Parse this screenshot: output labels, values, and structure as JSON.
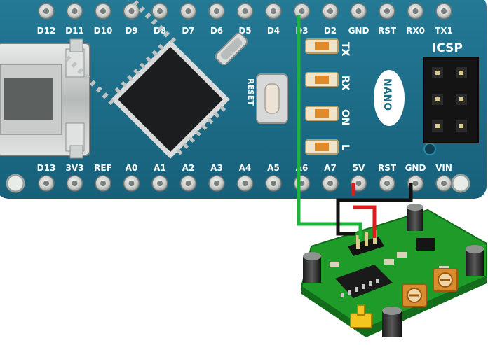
{
  "board": {
    "top_pins": [
      "D12",
      "D11",
      "D10",
      "D9",
      "D8",
      "D7",
      "D6",
      "D5",
      "D4",
      "D3",
      "D2",
      "GND",
      "RST",
      "RX0",
      "TX1"
    ],
    "bottom_pins": [
      "D13",
      "3V3",
      "REF",
      "A0",
      "A1",
      "A2",
      "A3",
      "A4",
      "A5",
      "A6",
      "A7",
      "5V",
      "RST",
      "GND",
      "VIN"
    ],
    "icsp_label": "ICSP",
    "reset_label": "RESET",
    "nano_label": "NANO",
    "led_labels": [
      "TX",
      "RX",
      "ON",
      "L"
    ],
    "pcb_color": "#1c6b85",
    "pad_color": "#c9ccc9"
  },
  "wires": {
    "signal_color": "#1db33a",
    "power_color": "#e01b1b",
    "ground_color": "#111111"
  },
  "sensor": {
    "pcb_color": "#1f9b2a",
    "jumper_color": "#f2c51f",
    "pot_color": "#d98c2b"
  }
}
